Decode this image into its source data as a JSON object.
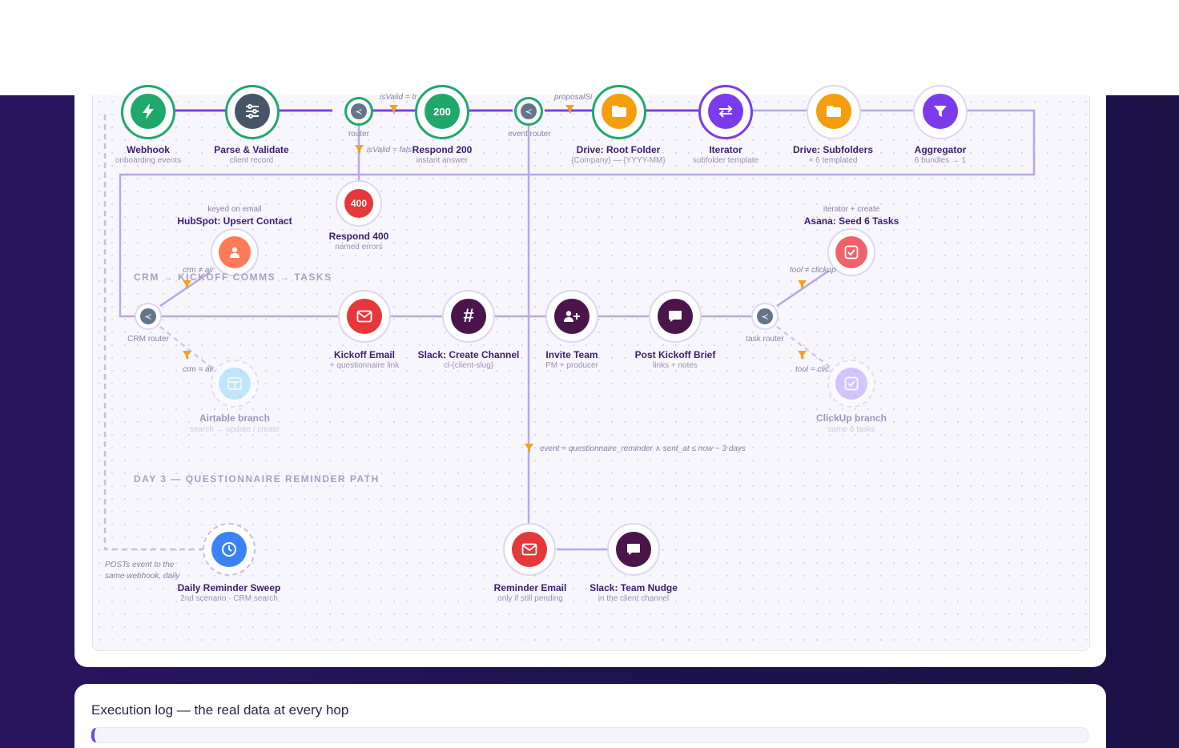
{
  "nodes": {
    "webhook": {
      "label": "Webhook",
      "sub": "onboarding events"
    },
    "parse": {
      "label": "Parse & Validate",
      "sub": "client record"
    },
    "router1": {
      "label": "router"
    },
    "respond200": {
      "label": "Respond 200",
      "sub": "instant answer",
      "badge": "200"
    },
    "respond400": {
      "label": "Respond 400",
      "sub": "named errors",
      "badge": "400"
    },
    "event_router": {
      "label": "event router"
    },
    "drive_root": {
      "label": "Drive: Root Folder",
      "sub": "{Company} — {YYYY-MM}"
    },
    "iterator": {
      "label": "Iterator",
      "sub": "subfolder template"
    },
    "drive_sub": {
      "label": "Drive: Subfolders",
      "sub": "× 6 templated"
    },
    "aggregator": {
      "label": "Aggregator",
      "sub": "6 bundles → 1"
    },
    "hubspot": {
      "label": "HubSpot: Upsert Contact",
      "top": "keyed on email"
    },
    "crm_router": {
      "label": "CRM router"
    },
    "airtable": {
      "label": "Airtable branch",
      "sub": "search → update / create"
    },
    "kickoff_email": {
      "label": "Kickoff Email",
      "sub": "+ questionnaire link"
    },
    "slack_channel": {
      "label": "Slack: Create Channel",
      "sub": "cl-{client-slug}"
    },
    "invite_team": {
      "label": "Invite Team",
      "sub": "PM + producer"
    },
    "post_brief": {
      "label": "Post Kickoff Brief",
      "sub": "links + notes"
    },
    "task_router": {
      "label": "task router"
    },
    "asana": {
      "label": "Asana: Seed 6 Tasks",
      "top": "iterator + create"
    },
    "clickup": {
      "label": "ClickUp branch",
      "sub": "same 6 tasks"
    },
    "sweep": {
      "label": "Daily Reminder Sweep",
      "sub": "2nd scenario · CRM search"
    },
    "reminder_email": {
      "label": "Reminder Email",
      "sub": "only if still pending"
    },
    "slack_nudge": {
      "label": "Slack: Team Nudge",
      "sub": "in the client channel"
    }
  },
  "filters": {
    "is_valid_true": "isValid = tr",
    "is_valid_false": "isValid = fals",
    "proposal": "proposalSi",
    "crm_hubspot": "crm ≠ air",
    "crm_airtable": "crm = air",
    "tool_asana": "tool ≠ clickup",
    "tool_clickup": "tool = clic",
    "reminder": "event = questionnaire_reminder ∧ sent_at ≤ now − 3 days",
    "sweep_note_1": "POSTs event to the",
    "sweep_note_2": "same webhook, daily"
  },
  "sections": {
    "crm": "CRM → KICKOFF COMMS → TASKS",
    "day3": "DAY 3 — QUESTIONNAIRE REMINDER PATH"
  },
  "log": {
    "title": "Execution log — the real data at every hop"
  },
  "colors": {
    "wire": "#b9a7e6",
    "wire_active": "#7b3fe4",
    "green": "#20a86b",
    "slate": "#475569",
    "amber": "#f59e0b",
    "purple": "#7c3aed",
    "red": "#e5383b",
    "coral": "#ff7a59",
    "aubergine": "#4a154b",
    "sky": "#7dd3fc",
    "blue": "#3b82f6",
    "filter": "#f2a31b"
  }
}
